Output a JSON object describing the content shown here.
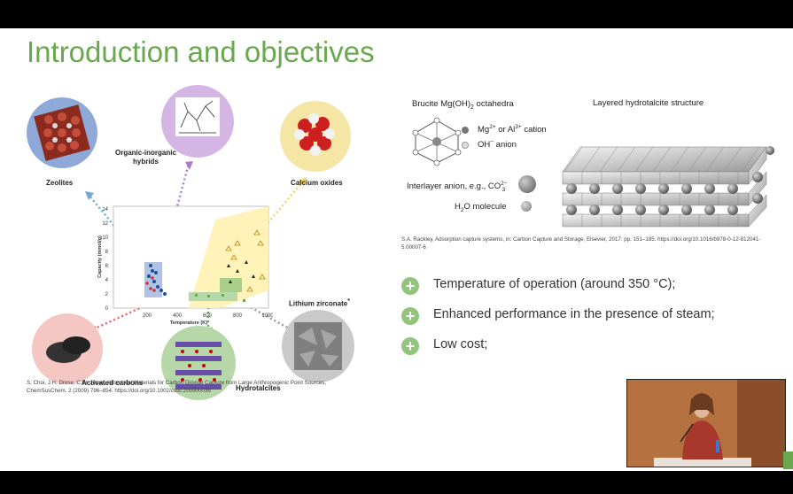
{
  "slide": {
    "title": "Introduction and objectives",
    "figure_left": {
      "labels": {
        "zeolites": "Zeolites",
        "organic": "Organic-inorganic\nhybrids",
        "calcium": "Calcium oxides",
        "lithium": "Lithium zirconate",
        "lithium_mark": "*",
        "activated": "Activated carbons",
        "hydrotalcites": "Hydrotalcites"
      },
      "plot": {
        "ylabel": "Capacity (mmol/g)",
        "xlabel": "Temperature (K)",
        "yticks": [
          "0",
          "2",
          "4",
          "6",
          "8",
          "10",
          "12",
          "14"
        ],
        "xticks": [
          "200",
          "400",
          "600",
          "800",
          "1000"
        ]
      },
      "reference": "S. Choi, J.H. Drese, C.W. Jones, Adsorbent Materials for Carbon Dioxide Capture from Large Anthropogenic Point Sources, ChemSusChem. 2 (2009) 796–854. https://doi.org/10.1002/cssc.200900036"
    },
    "figure_right": {
      "brucite_title": "Brucite Mg(OH)",
      "brucite_sub": "2",
      "brucite_tail": " octahedra",
      "hydrotalcite_title": "Layered hydrotalcite structure",
      "cation_text": "Mg",
      "cation_sup1": "2+",
      "cation_mid": " or Al",
      "cation_sup2": "3+",
      "cation_tail": " cation",
      "anion_text": "OH",
      "anion_sup": "−",
      "anion_tail": " anion",
      "interlayer_text": "Interlayer anion, e.g., CO",
      "interlayer_sup": "2−",
      "interlayer_sub": "3",
      "water_h": "H",
      "water_sub": "2",
      "water_tail": "O molecule",
      "reference": "S.A. Rackley, Adsorption capture systems, in: Carbon Capture and Storage, Elsevier, 2017: pp. 151–185. https://doi.org/10.1016/b978-0-12-812041-5.00007-6"
    },
    "bullets": [
      "Temperature of operation (around 350 °C);",
      "Enhanced performance in the presence of steam;",
      "Low cost;"
    ],
    "icons": {
      "bullet": "plus-circle-icon",
      "speaker": "video-thumbnail"
    },
    "colors": {
      "title": "#6aa84f",
      "bullet": "#93c47d"
    }
  }
}
